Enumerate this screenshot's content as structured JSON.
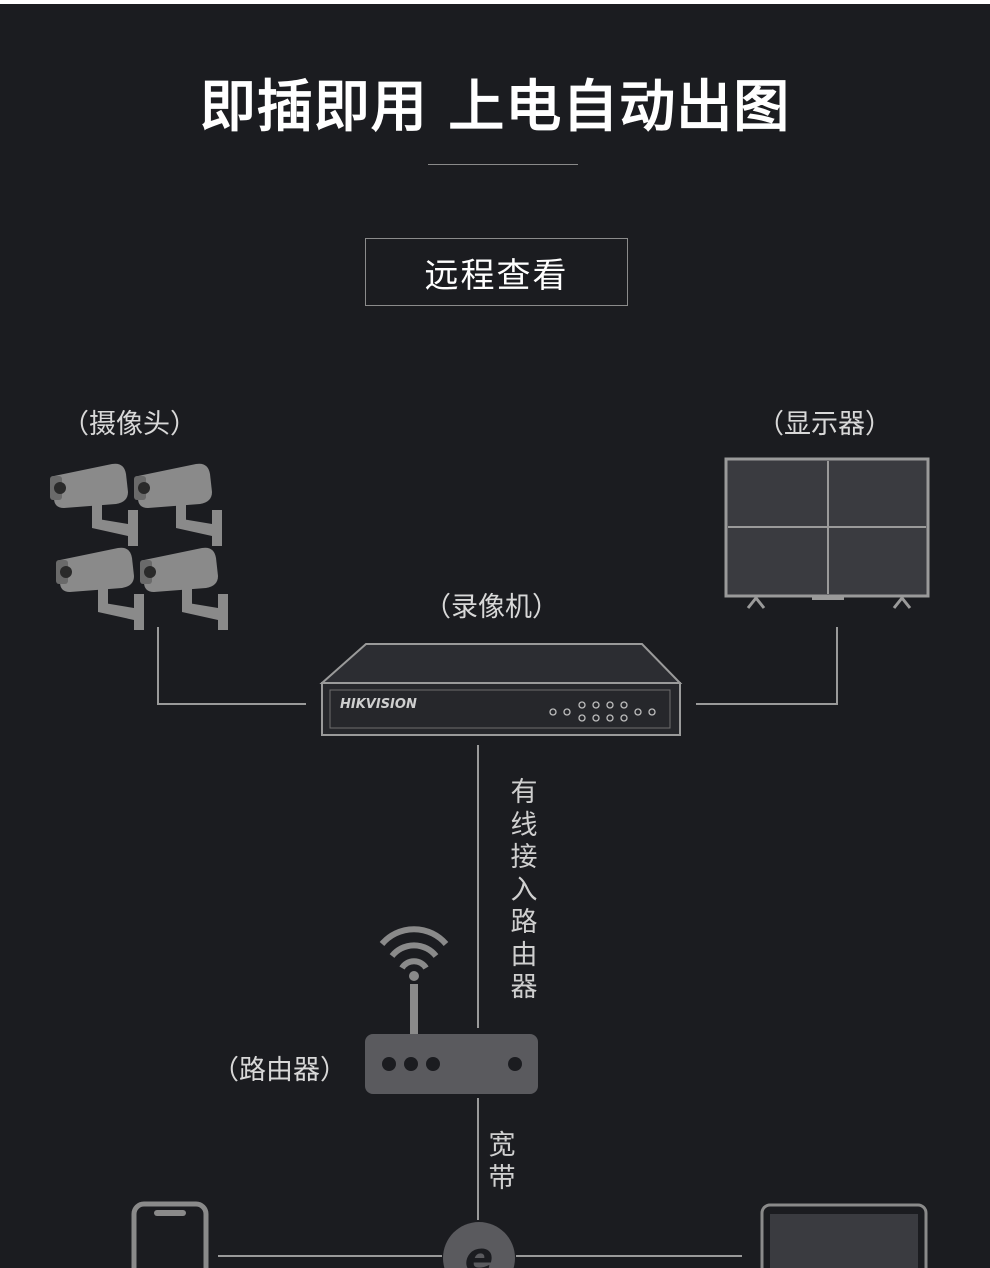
{
  "header": {
    "title": "即插即用  上电自动出图",
    "mode_label": "远程查看"
  },
  "devices": {
    "camera_label": "（摄像头）",
    "display_label": "（显示器）",
    "nvr_label": "（录像机）",
    "router_label": "（路由器）",
    "nvr_brand": "HIKVISION"
  },
  "links": {
    "wired_to_router": "有线接入路由器",
    "broadband": "宽带"
  }
}
